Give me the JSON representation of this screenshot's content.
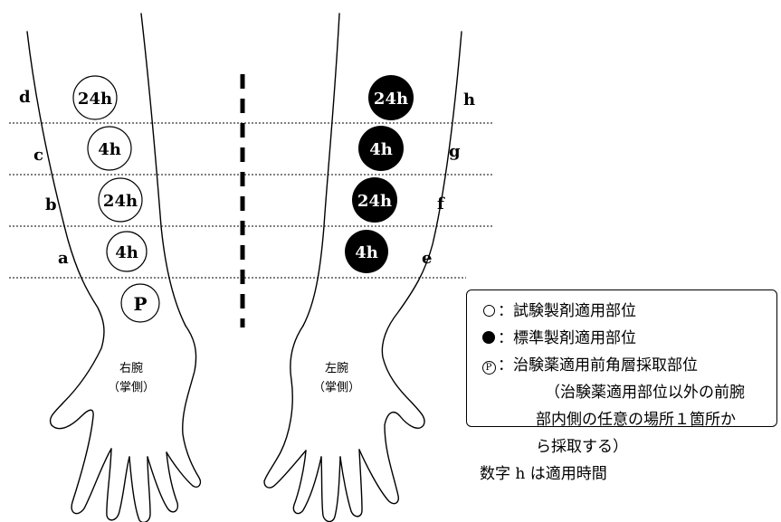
{
  "arms": {
    "right": {
      "label": "右腕",
      "sub": "（掌側）"
    },
    "left": {
      "label": "左腕",
      "sub": "（掌側）"
    }
  },
  "sites": {
    "right": [
      {
        "letter": "d",
        "time": "24h",
        "marker": "open"
      },
      {
        "letter": "c",
        "time": "4h",
        "marker": "open"
      },
      {
        "letter": "b",
        "time": "24h",
        "marker": "open"
      },
      {
        "letter": "a",
        "time": "4h",
        "marker": "open"
      }
    ],
    "left": [
      {
        "letter": "h",
        "time": "24h",
        "marker": "filled"
      },
      {
        "letter": "g",
        "time": "4h",
        "marker": "filled"
      },
      {
        "letter": "f",
        "time": "24h",
        "marker": "filled"
      },
      {
        "letter": "e",
        "time": "4h",
        "marker": "filled"
      }
    ],
    "p_marker": "P"
  },
  "legend": {
    "open_label": "：試験製剤適用部位",
    "filled_label": "：標準製剤適用部位",
    "p_symbol": "P",
    "p_label": "：治験薬適用前角層採取部位",
    "note_lines": [
      "（治験薬適用部位以外の前腕",
      "部内側の任意の場所１箇所か",
      "ら採取する）"
    ],
    "footnote": "数字 h は適用時間"
  }
}
